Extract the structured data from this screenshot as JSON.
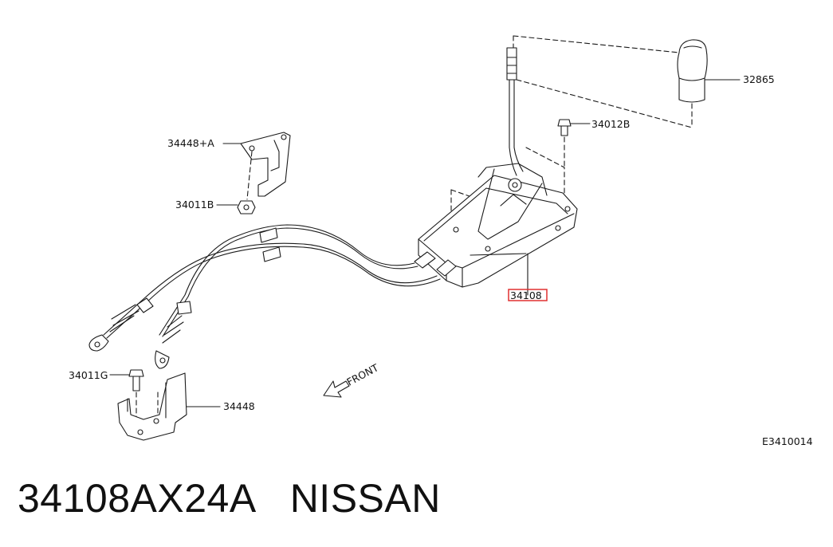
{
  "diagram": {
    "callouts": {
      "knob": "32865",
      "bolt_top": "34012B",
      "bracket_upper": "34448+A",
      "nut_upper": "34011B",
      "shifter_assembly": "34108",
      "bolt_lower": "34011G",
      "bracket_lower": "34448"
    },
    "front_label": "FRONT",
    "figure_code": "E3410014",
    "highlight_color": "#e03030"
  },
  "title": {
    "part_number": "34108AX24A",
    "brand": "NISSAN"
  }
}
